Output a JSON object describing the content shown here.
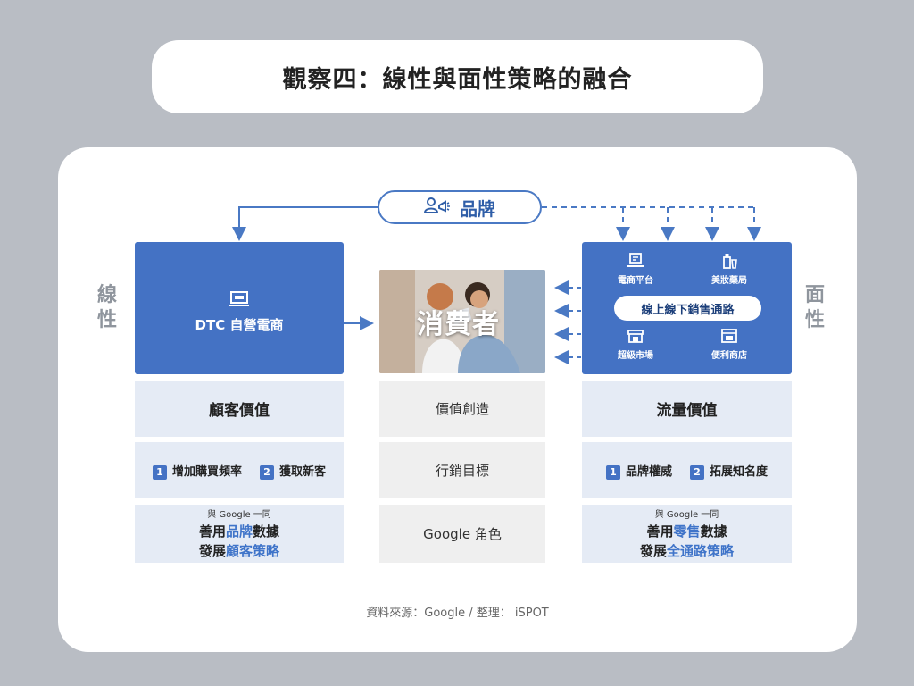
{
  "title": "觀察四：線性與面性策略的融合",
  "labels": {
    "left": "線\n性",
    "right": "面\n性"
  },
  "brand": {
    "label": "品牌",
    "icon": "person-megaphone-icon"
  },
  "linear": {
    "header": "DTC 自營電商",
    "icon": "laptop-icon",
    "value": "顧客價值",
    "goals": [
      {
        "num": "1",
        "text": "增加購買頻率"
      },
      {
        "num": "2",
        "text": "獲取新客"
      }
    ],
    "strategy": {
      "note": "與 Google 一同",
      "line1_a": "善用",
      "line1_b": "品牌",
      "line1_c": "數據",
      "line2_a": "發展",
      "line2_b": "顧客策略"
    }
  },
  "center": {
    "photo_label": "消費者",
    "rows": [
      "價值創造",
      "行銷目標",
      "Google 角色"
    ]
  },
  "areal": {
    "channels": [
      {
        "label": "電商平台",
        "icon": "ecommerce-icon"
      },
      {
        "label": "美妝藥局",
        "icon": "pharmacy-icon"
      },
      {
        "label": "超級市場",
        "icon": "supermarket-icon"
      },
      {
        "label": "便利商店",
        "icon": "convenience-store-icon"
      }
    ],
    "omni": "線上線下銷售通路",
    "value": "流量價值",
    "goals": [
      {
        "num": "1",
        "text": "品牌權威"
      },
      {
        "num": "2",
        "text": "拓展知名度"
      }
    ],
    "strategy": {
      "note": "與 Google 一同",
      "line1_a": "善用",
      "line1_b": "零售",
      "line1_c": "數據",
      "line2_a": "發展",
      "line2_b": "全通路策略"
    }
  },
  "source": "資料來源：Google / 整理： iSPOT",
  "colors": {
    "accent": "#4472c4",
    "highlight": "#3f74c9",
    "light_blue": "#e5ebf5",
    "light_grey": "#efefef"
  }
}
